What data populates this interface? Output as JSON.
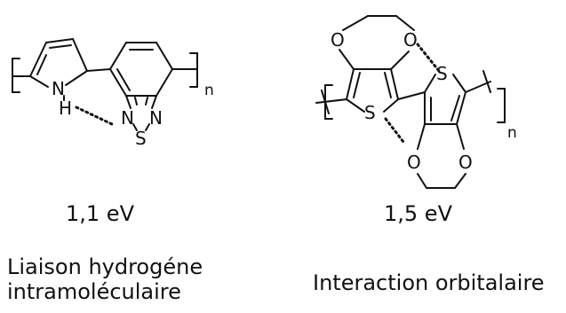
{
  "left_molecule": {
    "atoms": {
      "nh_n": "N",
      "nh_h": "H",
      "thiadiazole_n1": "N",
      "thiadiazole_s": "S",
      "thiadiazole_n2": "N",
      "subscript": "n"
    },
    "energy": "1,1 eV",
    "label_lines": [
      "Liaison hydrogéne",
      "intramoléculaire"
    ]
  },
  "right_molecule": {
    "atoms": {
      "o_top_left": "O",
      "o_top_right": "O",
      "s_left": "S",
      "s_right": "S",
      "o_bottom_left": "O",
      "o_bottom_right": "O",
      "subscript": "n"
    },
    "energy": "1,5 eV",
    "label": "Interaction orbitalaire"
  }
}
